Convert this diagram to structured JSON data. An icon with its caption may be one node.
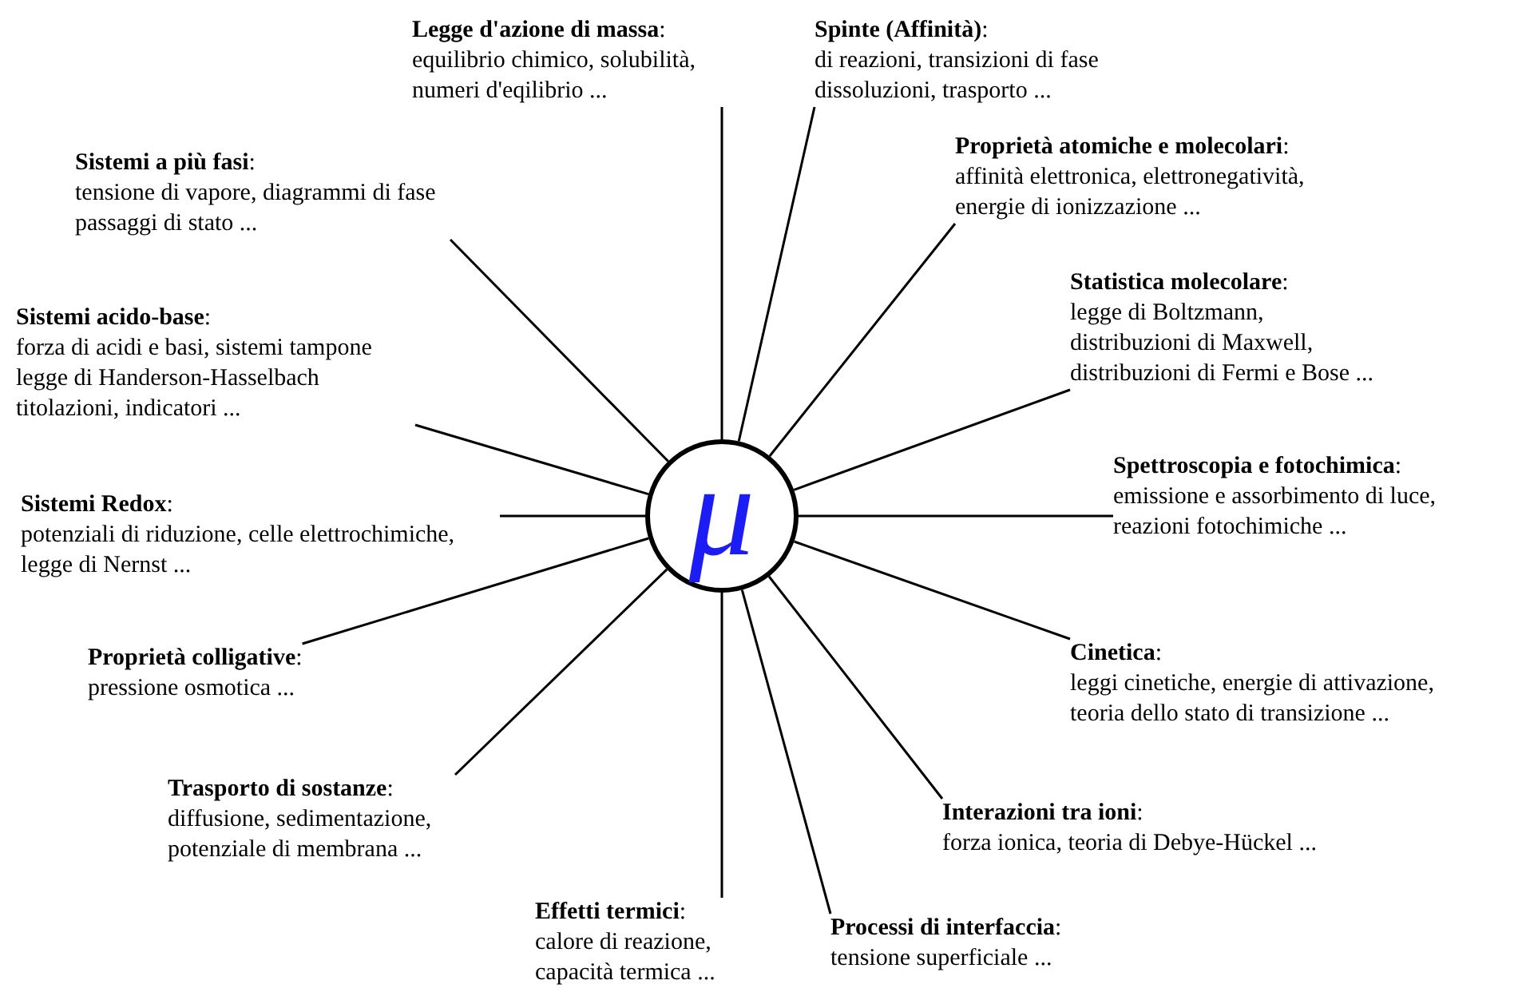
{
  "diagram": {
    "nodes": [
      {
        "text": [
          "μ"
        ]
      },
      {
        "text": [
          "**Legge d'azione di massa**:",
          "equilibrio chimico, solubilità, numeri d'eqilibrio ..."
        ]
      },
      {
        "text": [
          "**Spinte (Affinità)**:",
          "di reazioni, transizioni di fase dissoluzioni, trasporto ..."
        ]
      },
      {
        "text": [
          "**Proprietà atomiche e molecolari**:",
          "affinità elettronica, elettronegatività, energie di ionizzazione ..."
        ]
      },
      {
        "text": [
          "**Sistemi a più fasi**:",
          "tensione di vapore, diagrammi di fase passaggi di stato ..."
        ]
      },
      {
        "text": [
          "**Statistica molecolare**:",
          "legge di Boltzmann, distribuzioni di Maxwell, distribuzioni di Fermi e Bose ..."
        ]
      },
      {
        "text": [
          "**Sistemi acido-base**:",
          "forza di acidi e basi, sistemi tampone legge di Handerson-Hasselbach titolazioni, indicatori ..."
        ]
      },
      {
        "text": [
          "**Spettroscopia e fotochimica**:",
          "emissione e assorbimento di luce, reazioni fotochimiche ..."
        ]
      },
      {
        "text": [
          "**Sistemi Redox**:",
          "potenziali di riduzione, celle elettrochimiche, legge di Nernst ..."
        ]
      },
      {
        "text": [
          "**Cinetica**:",
          "leggi cinetiche, energie di attivazione, teoria dello stato di transizione ..."
        ]
      },
      {
        "text": [
          "**Proprietà colligative**:",
          "pressione osmotica ..."
        ]
      },
      {
        "text": [
          "**Trasporto di sostanze**:",
          "diffusione, sedimentazione, potenziale di membrana ..."
        ]
      },
      {
        "text": [
          "**Interazioni tra ioni**:",
          "forza ionica, teoria di Debye-Hückel ..."
        ]
      },
      {
        "text": [
          "**Effetti termici**:",
          "calore di reazione, capacità termica ..."
        ]
      },
      {
        "text": [
          "**Processi di interfaccia**:",
          "tensione superficiale ..."
        ]
      }
    ],
    "edges": [
      {
        "from": 0,
        "to": 1,
        "arrow": "none"
      },
      {
        "from": 0,
        "to": 2,
        "arrow": "none"
      },
      {
        "from": 0,
        "to": 3,
        "arrow": "none"
      },
      {
        "from": 0,
        "to": 4,
        "arrow": "none"
      },
      {
        "from": 0,
        "to": 5,
        "arrow": "none"
      },
      {
        "from": 0,
        "to": 6,
        "arrow": "none"
      },
      {
        "from": 0,
        "to": 7,
        "arrow": "none"
      },
      {
        "from": 0,
        "to": 8,
        "arrow": "none"
      },
      {
        "from": 0,
        "to": 9,
        "arrow": "none"
      },
      {
        "from": 0,
        "to": 10,
        "arrow": "none"
      },
      {
        "from": 0,
        "to": 11,
        "arrow": "none"
      },
      {
        "from": 0,
        "to": 12,
        "arrow": "none"
      },
      {
        "from": 0,
        "to": 13,
        "arrow": "none"
      },
      {
        "from": 0,
        "to": 14,
        "arrow": "none"
      }
    ]
  }
}
